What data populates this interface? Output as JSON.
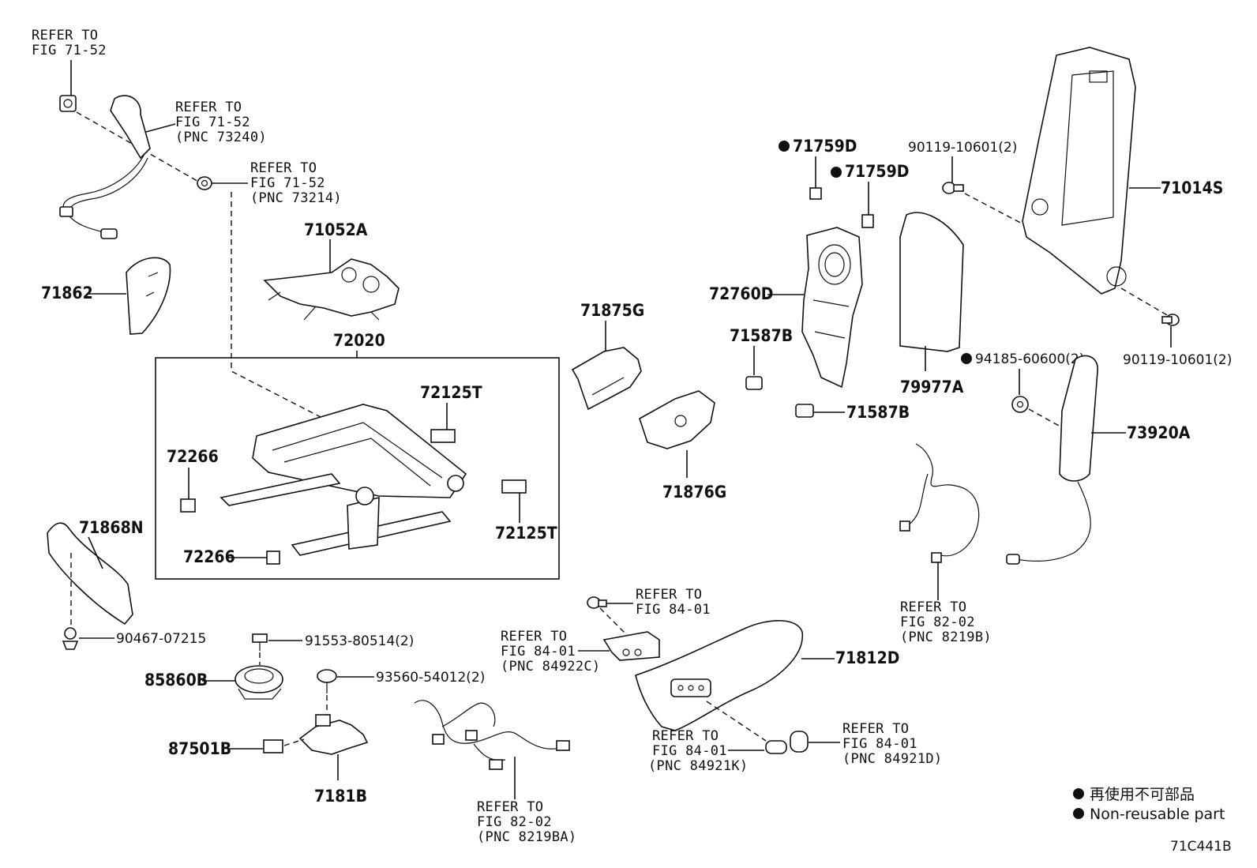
{
  "diagram": {
    "part_numbers": {
      "p71014S": "71014S",
      "p71052A": "71052A",
      "p71862": "71862",
      "p72020": "72020",
      "p72125T_a": "72125T",
      "p72125T_b": "72125T",
      "p72266_a": "72266",
      "p72266_b": "72266",
      "p71868N": "71868N",
      "p71875G": "71875G",
      "p71876G": "71876G",
      "p72760D": "72760D",
      "p71759D_a": "71759D",
      "p71759D_b": "71759D",
      "p71587B_a": "71587B",
      "p71587B_b": "71587B",
      "p79977A": "79977A",
      "p73920A": "73920A",
      "p71812D": "71812D",
      "p85860B": "85860B",
      "p87501B": "87501B",
      "p7181B": "7181B",
      "p90119a": "90119-10601(2)",
      "p90119b": "90119-10601(2)",
      "p94185": "94185-60600(2)",
      "p90467": "90467-07215",
      "p91553": "91553-80514(2)",
      "p93560": "93560-54012(2)"
    },
    "refs": {
      "r1": [
        "REFER TO",
        "FIG 71-52"
      ],
      "r2": [
        "REFER TO",
        "FIG 71-52",
        "(PNC 73240)"
      ],
      "r3": [
        "REFER TO",
        "FIG 71-52",
        "(PNC 73214)"
      ],
      "r4": [
        "REFER TO",
        "FIG 84-01"
      ],
      "r5": [
        "REFER TO",
        "FIG 84-01",
        "(PNC 84922C)"
      ],
      "r6": [
        "REFER TO",
        "FIG 82-02",
        "(PNC 8219B)"
      ],
      "r7": [
        "REFER TO",
        "FIG 84-01",
        "(PNC 84921K)"
      ],
      "r8": [
        "REFER TO",
        "FIG 84-01",
        "(PNC 84921D)"
      ],
      "r9": [
        "REFER TO",
        "FIG 82-02",
        "(PNC 8219BA)"
      ]
    },
    "legend": {
      "line1": "再使用不可部品",
      "line2": "Non-reusable part"
    },
    "figure_code": "71C441B"
  }
}
